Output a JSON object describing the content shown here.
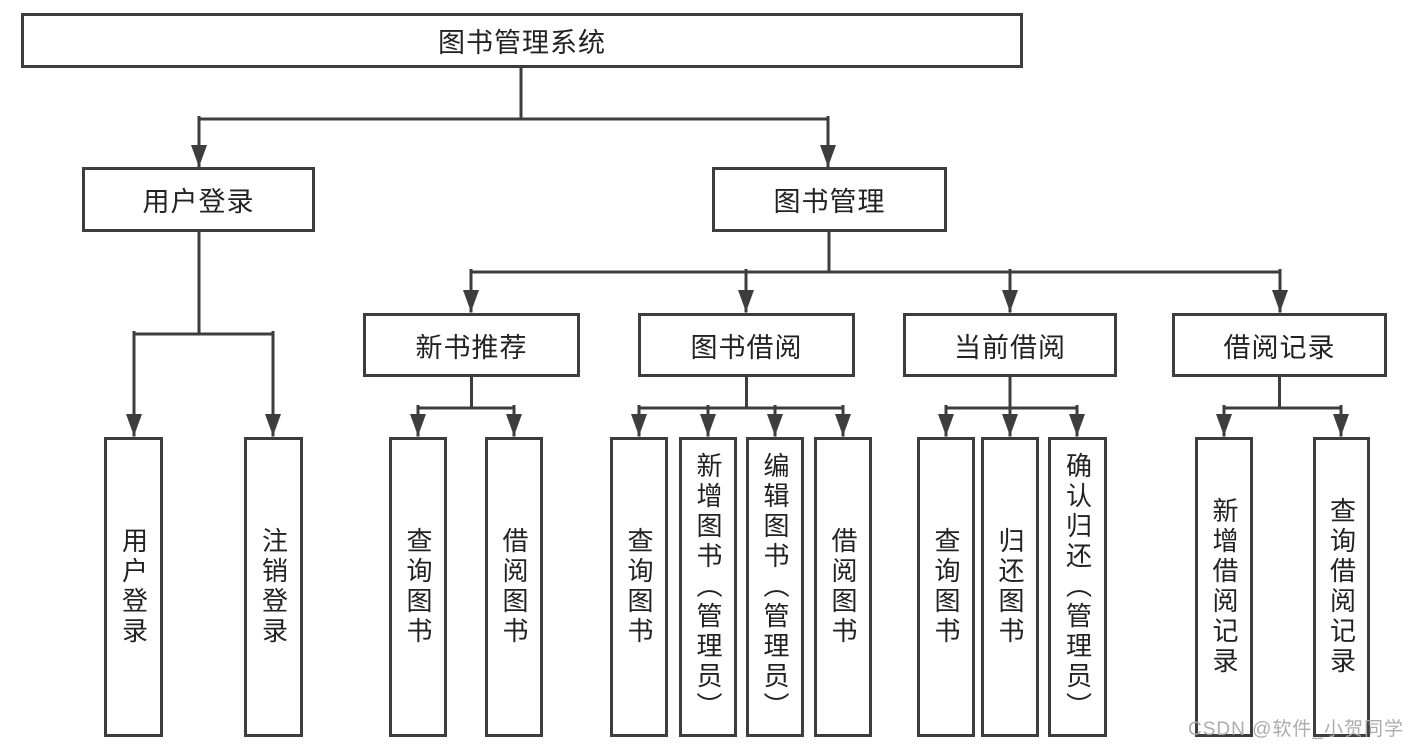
{
  "tree": {
    "root": {
      "label": "图书管理系统"
    },
    "children": [
      {
        "label": "用户登录",
        "children": [
          {
            "label": "用户登录"
          },
          {
            "label": "注销登录"
          }
        ]
      },
      {
        "label": "图书管理",
        "children": [
          {
            "label": "新书推荐",
            "children": [
              {
                "label": "查询图书"
              },
              {
                "label": "借阅图书"
              }
            ]
          },
          {
            "label": "图书借阅",
            "children": [
              {
                "label": "查询图书"
              },
              {
                "label": "新增图书（管理员）"
              },
              {
                "label": "编辑图书（管理员）"
              },
              {
                "label": "借阅图书"
              }
            ]
          },
          {
            "label": "当前借阅",
            "children": [
              {
                "label": "查询图书"
              },
              {
                "label": "归还图书"
              },
              {
                "label": "确认归还（管理员）"
              }
            ]
          },
          {
            "label": "借阅记录",
            "children": [
              {
                "label": "新增借阅记录"
              },
              {
                "label": "查询借阅记录"
              }
            ]
          }
        ]
      }
    ]
  },
  "watermark": {
    "text": "CSDN @软件_小贺同学"
  },
  "colors": {
    "line": "#3d3d3d",
    "text": "#222222",
    "background": "#ffffff",
    "watermark": "#a8a8ad"
  }
}
